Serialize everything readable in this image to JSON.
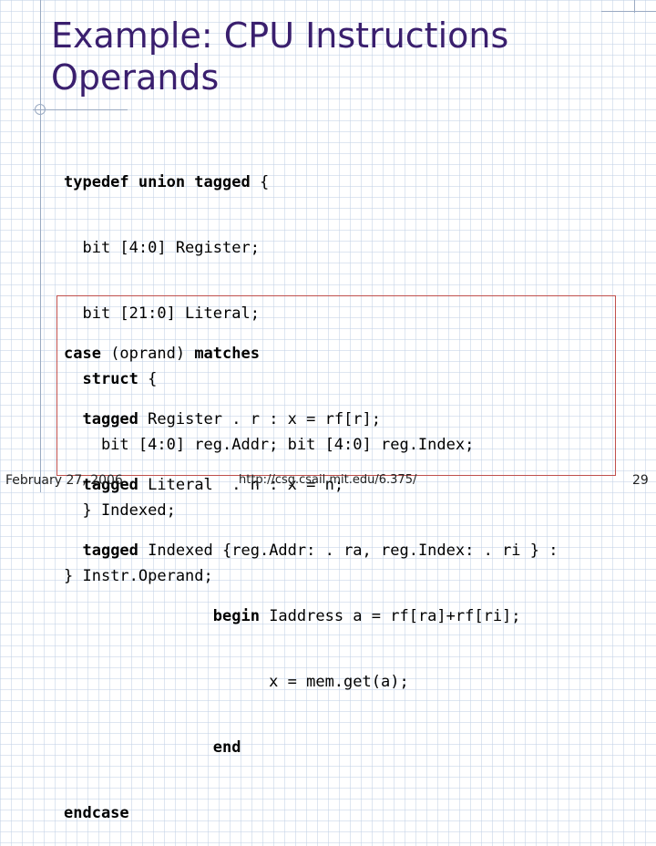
{
  "slide": {
    "title_line1": "Example: CPU Instructions",
    "title_line2": "Operands"
  },
  "code_typedef": {
    "l1_kw": "typedef union tagged",
    "l1_rest": " {",
    "l2": "  bit [4:0] Register;",
    "l3": "  bit [21:0] Literal;",
    "l4_indent": "  ",
    "l4_kw": "struct",
    "l4_rest": " {",
    "l5": "    bit [4:0] reg.Addr; bit [4:0] reg.Index;",
    "l6": "  } Indexed;",
    "l7": "} Instr.Operand;"
  },
  "code_case": {
    "l1_kw1": "case",
    "l1_mid": " (oprand) ",
    "l1_kw2": "matches",
    "l2_indent": "  ",
    "l2_kw": "tagged",
    "l2_rest": " Register . r : x = rf[r];",
    "l3_indent": "  ",
    "l3_kw": "tagged",
    "l3_rest": " Literal  . n : x = n;",
    "l4_indent": "  ",
    "l4_kw": "tagged",
    "l4_rest": " Indexed {reg.Addr: . ra, reg.Index: . ri } :",
    "l5_indent": "                ",
    "l5_kw": "begin",
    "l5_rest": " Iaddress a = rf[ra]+rf[ri];",
    "l6": "                      x = mem.get(a);",
    "l7_indent": "                ",
    "l7_kw": "end",
    "l8_kw": "endcase"
  },
  "footer": {
    "date": "February 27, 2006",
    "url": "http://csg.csail.mit.edu/6.375/",
    "page": "29"
  }
}
